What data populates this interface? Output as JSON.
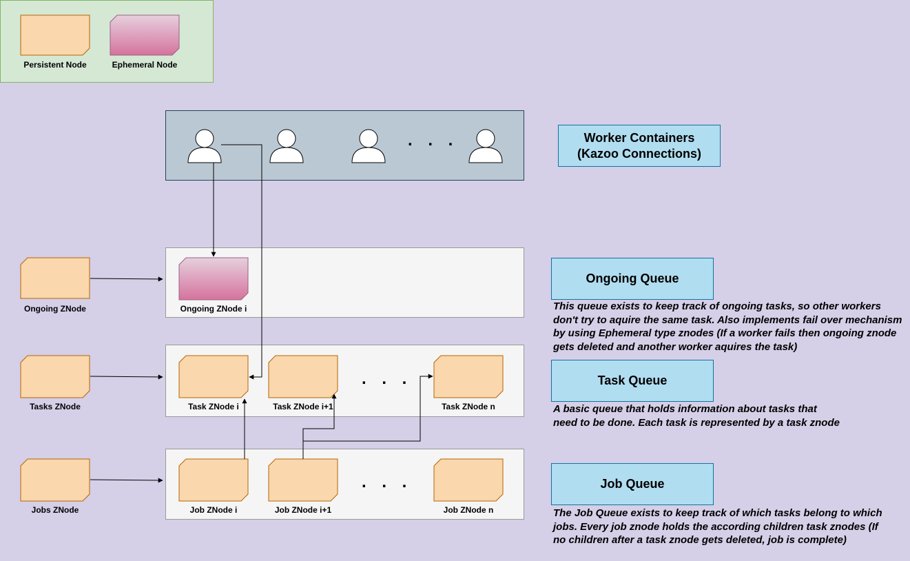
{
  "legend": {
    "persistent_label": "Persistent Node",
    "ephemeral_label": "Ephemeral Node"
  },
  "colors": {
    "background": "#d5cfe7",
    "persistent_fill": "#fad7ac",
    "persistent_stroke": "#b46504",
    "ephemeral_fill_top": "#e6d0de",
    "ephemeral_fill_bottom": "#d5739d",
    "ephemeral_stroke": "#996185",
    "title_fill": "#b1ddf0",
    "title_stroke": "#10739e"
  },
  "workers": {
    "title": "Worker Containers\n(Kazoo Connections)",
    "ellipsis": ". . ."
  },
  "ongoing": {
    "root_label": "Ongoing ZNode",
    "node_label": "Ongoing ZNode i",
    "title": "Ongoing Queue",
    "description": "This queue exists to keep track of ongoing tasks, so other workers don't try to aquire the same task. Also implements fail over mechanism by using Ephemeral type znodes (If a worker fails then ongoing znode gets deleted and another worker aquires the task)"
  },
  "tasks": {
    "root_label": "Tasks ZNode",
    "node_labels": [
      "Task ZNode i",
      "Task ZNode i+1",
      "Task ZNode n"
    ],
    "ellipsis": ". . .",
    "title": "Task Queue",
    "description": "A basic queue that holds information about tasks that need to be done. Each task is represented by a task znode"
  },
  "jobs": {
    "root_label": "Jobs ZNode",
    "node_labels": [
      "Job ZNode i",
      "Job ZNode i+1",
      "Job ZNode n"
    ],
    "ellipsis": ". . .",
    "title": "Job Queue",
    "description": "The Job Queue exists to keep track of which tasks belong to which jobs. Every job znode holds the according children task znodes (If no children after a task znode gets deleted, job is complete)"
  }
}
